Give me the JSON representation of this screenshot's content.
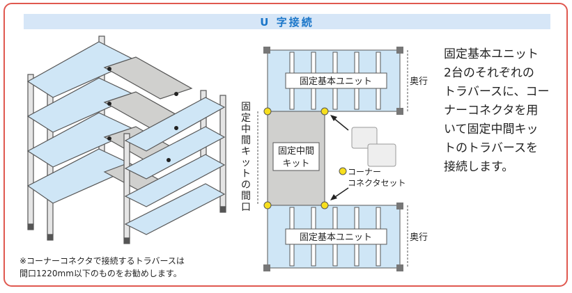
{
  "title": "U 字接続",
  "labels": {
    "unit_top": "固定基本ユニット",
    "unit_bottom": "固定基本ユニット",
    "depth_top": "奥行",
    "depth_bottom": "奥行",
    "mid_kit_line1": "固定中間",
    "mid_kit_line2": "キット",
    "opening_vertical": "固定中間キットの間口",
    "connector_line1": "コーナー",
    "connector_line2": "コネクタセット"
  },
  "description": [
    "固定基本ユニット",
    "2台のそれぞれの",
    "トラバースに、コー",
    "ナーコネクタを用",
    "いて固定中間キッ",
    "トのトラバースを",
    "接続します。"
  ],
  "note": [
    "※コーナーコネクタで接続するトラバースは",
    "間口1220mm以下のものをお勧めします。"
  ],
  "colors": {
    "accent": "#1a76c9",
    "frame": "#e0584f",
    "shelf": "#cfe6f6",
    "mid": "#d0d0ce",
    "connector": "#f7df1e"
  }
}
